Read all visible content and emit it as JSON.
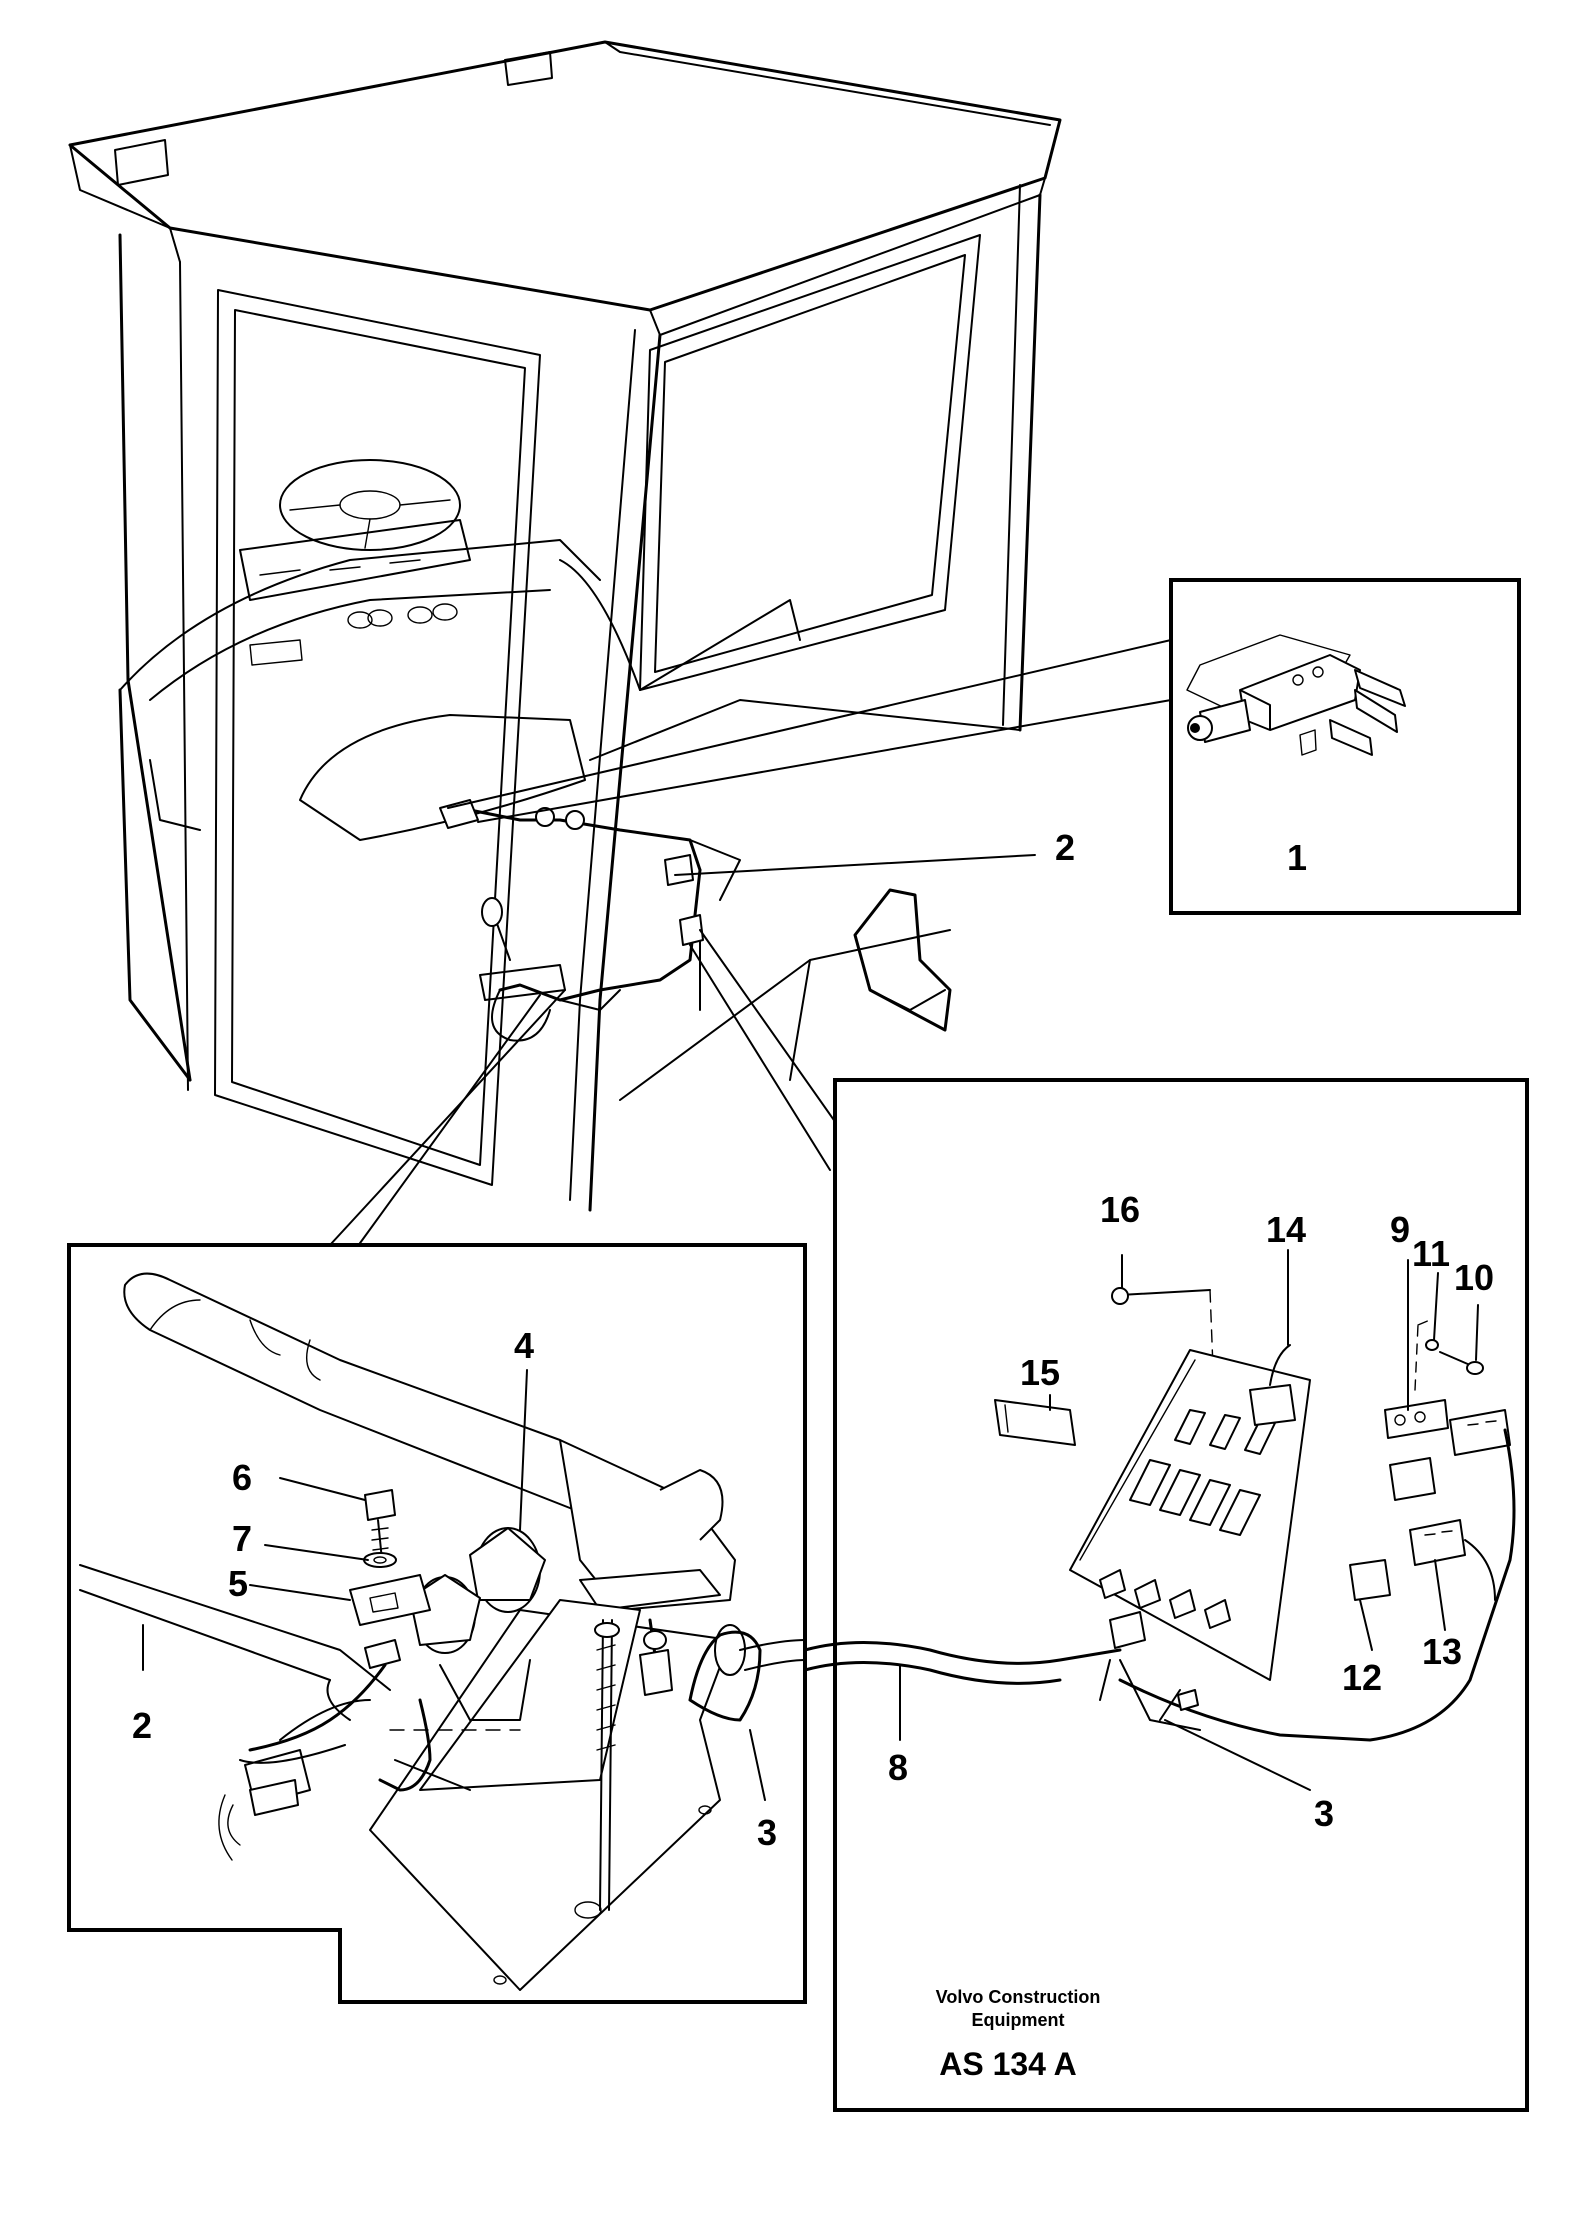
{
  "callouts": {
    "c1": "1",
    "c2_top": "2",
    "c2_left": "2",
    "c3_left": "3",
    "c3_right": "3",
    "c4": "4",
    "c5": "5",
    "c6": "6",
    "c7": "7",
    "c8": "8",
    "c9": "9",
    "c10": "10",
    "c11": "11",
    "c12": "12",
    "c13": "13",
    "c14": "14",
    "c15": "15",
    "c16": "16"
  },
  "caption": {
    "company_line1": "Volvo Construction",
    "company_line2": "Equipment",
    "code": "AS 134 A"
  }
}
